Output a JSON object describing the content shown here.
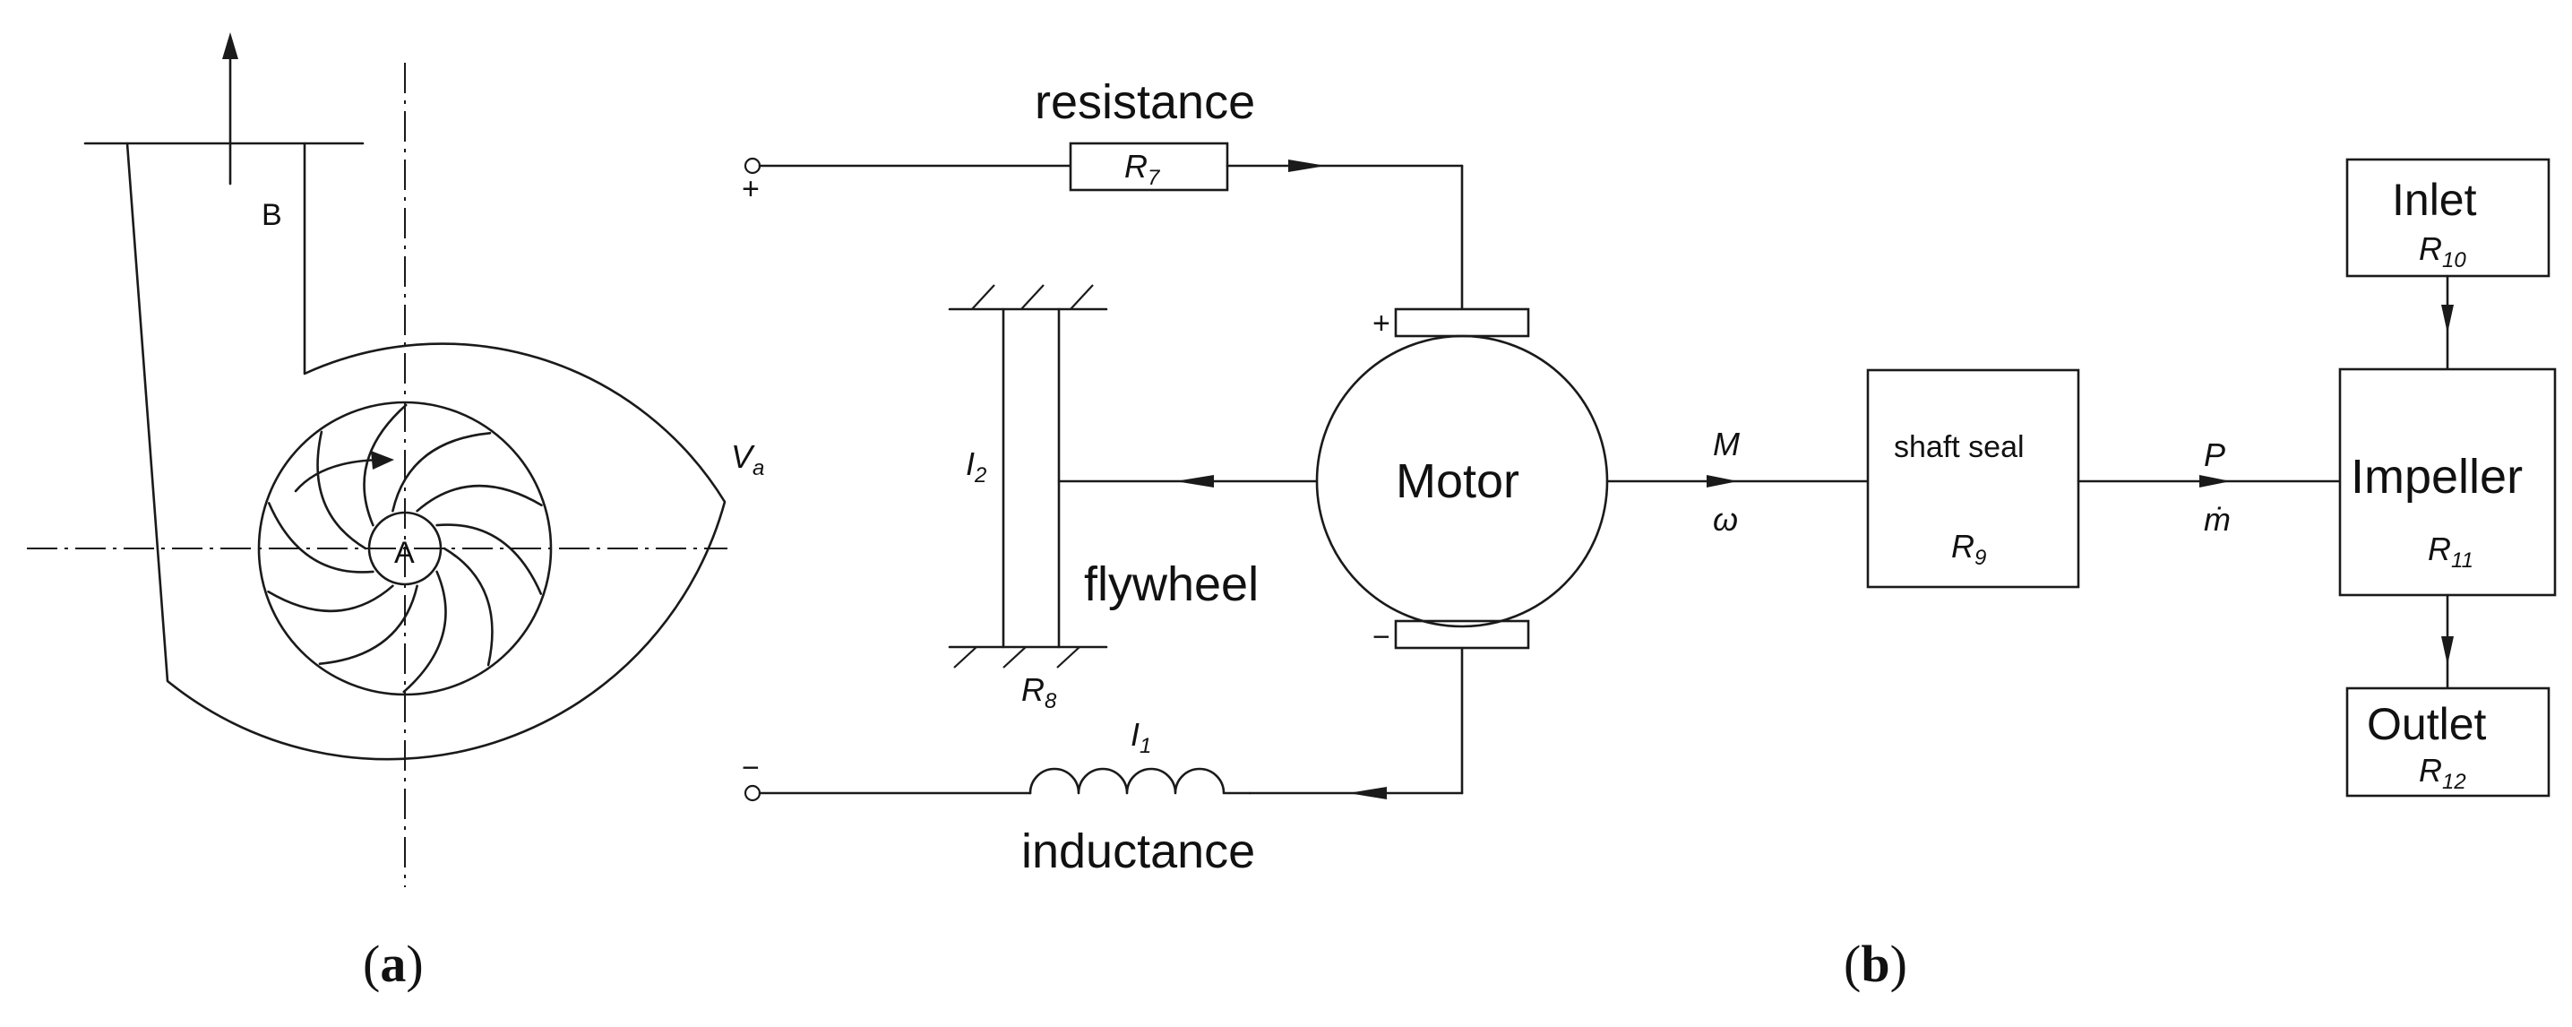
{
  "panel_a": {
    "caption_open": "(",
    "caption_letter": "a",
    "caption_close": ")",
    "label_impeller_center": "A",
    "label_outlet": "B"
  },
  "panel_b": {
    "caption_open": "(",
    "caption_letter": "b",
    "caption_close": ")",
    "supply_plus": "+",
    "supply_minus": "−",
    "voltage_symbol": "V",
    "voltage_subscript": "a",
    "resistance_label": "resistance",
    "resistor_symbol": "R",
    "resistor_subscript": "7",
    "inductance_label": "inductance",
    "inductor_symbol": "I",
    "inductor_subscript": "1",
    "flywheel_label": "flywheel",
    "flywheel_inertia_symbol": "I",
    "flywheel_inertia_subscript": "2",
    "flywheel_friction_symbol": "R",
    "flywheel_friction_subscript": "8",
    "motor_label": "Motor",
    "motor_plus": "+",
    "motor_minus": "−",
    "torque_symbol": "M",
    "speed_symbol": "ω",
    "shaft_seal_label": "shaft seal",
    "shaft_seal_symbol": "R",
    "shaft_seal_subscript": "9",
    "pressure_symbol": "P",
    "mass_flow_symbol": "ṁ",
    "inlet_label": "Inlet",
    "inlet_symbol": "R",
    "inlet_subscript": "10",
    "impeller_label": "Impeller",
    "impeller_symbol": "R",
    "impeller_subscript": "11",
    "outlet_label": "Outlet",
    "outlet_symbol": "R",
    "outlet_subscript": "12"
  }
}
